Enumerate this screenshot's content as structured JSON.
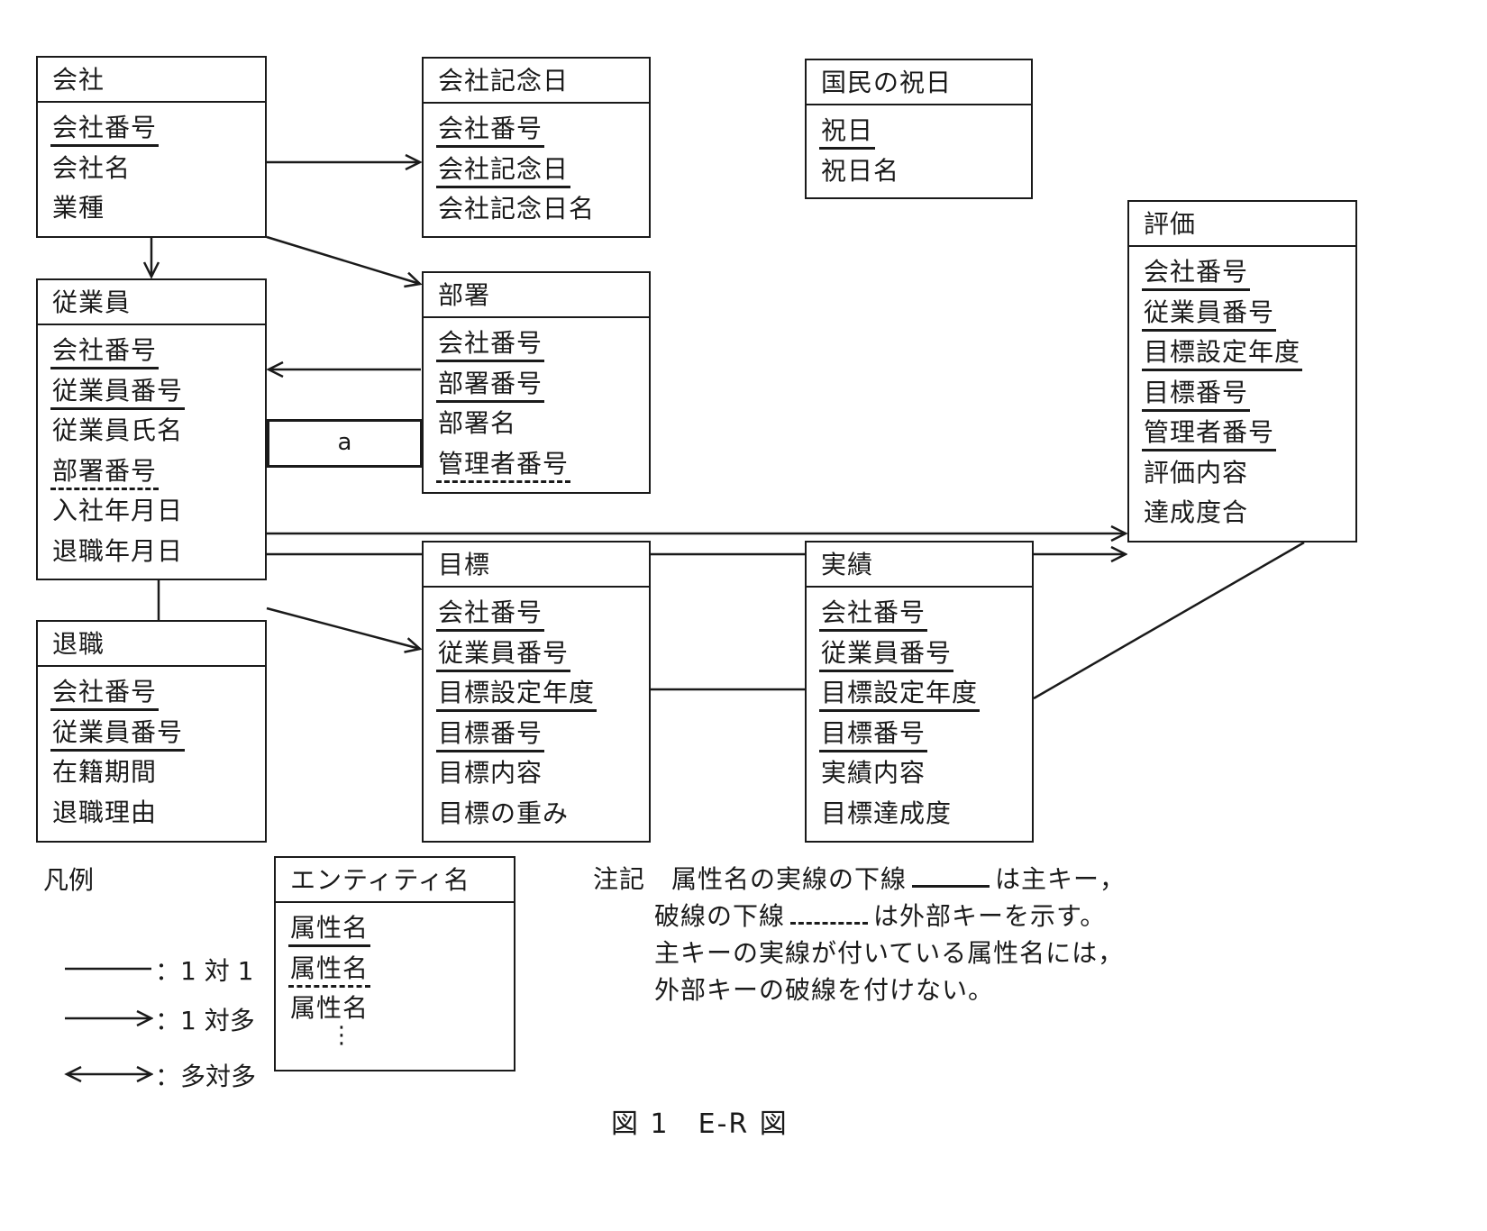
{
  "entities": {
    "kaisha": {
      "name": "会社",
      "attributes": [
        {
          "label": "会社番号",
          "key": "pk"
        },
        {
          "label": "会社名",
          "key": "none"
        },
        {
          "label": "業種",
          "key": "none"
        }
      ]
    },
    "kaisha_kinenbi": {
      "name": "会社記念日",
      "attributes": [
        {
          "label": "会社番号",
          "key": "pk"
        },
        {
          "label": "会社記念日",
          "key": "pk"
        },
        {
          "label": "会社記念日名",
          "key": "none"
        }
      ]
    },
    "kokumin_shukujitsu": {
      "name": "国民の祝日",
      "attributes": [
        {
          "label": "祝日",
          "key": "pk"
        },
        {
          "label": "祝日名",
          "key": "none"
        }
      ]
    },
    "hyoka": {
      "name": "評価",
      "attributes": [
        {
          "label": "会社番号",
          "key": "pk"
        },
        {
          "label": "従業員番号",
          "key": "pk"
        },
        {
          "label": "目標設定年度",
          "key": "pk"
        },
        {
          "label": "目標番号",
          "key": "pk"
        },
        {
          "label": "管理者番号",
          "key": "pk+fk"
        },
        {
          "label": "評価内容",
          "key": "none"
        },
        {
          "label": "達成度合",
          "key": "none"
        }
      ]
    },
    "jugyoin": {
      "name": "従業員",
      "attributes": [
        {
          "label": "会社番号",
          "key": "pk"
        },
        {
          "label": "従業員番号",
          "key": "pk"
        },
        {
          "label": "従業員氏名",
          "key": "none"
        },
        {
          "label": "部署番号",
          "key": "fk"
        },
        {
          "label": "入社年月日",
          "key": "none"
        },
        {
          "label": "退職年月日",
          "key": "none"
        }
      ]
    },
    "busho": {
      "name": "部署",
      "attributes": [
        {
          "label": "会社番号",
          "key": "pk"
        },
        {
          "label": "部署番号",
          "key": "pk"
        },
        {
          "label": "部署名",
          "key": "none"
        },
        {
          "label": "管理者番号",
          "key": "fk"
        }
      ]
    },
    "mokuhyo": {
      "name": "目標",
      "attributes": [
        {
          "label": "会社番号",
          "key": "pk"
        },
        {
          "label": "従業員番号",
          "key": "pk"
        },
        {
          "label": "目標設定年度",
          "key": "pk"
        },
        {
          "label": "目標番号",
          "key": "pk"
        },
        {
          "label": "目標内容",
          "key": "none"
        },
        {
          "label": "目標の重み",
          "key": "none"
        }
      ]
    },
    "jisseki": {
      "name": "実績",
      "attributes": [
        {
          "label": "会社番号",
          "key": "pk"
        },
        {
          "label": "従業員番号",
          "key": "pk"
        },
        {
          "label": "目標設定年度",
          "key": "pk"
        },
        {
          "label": "目標番号",
          "key": "pk"
        },
        {
          "label": "実績内容",
          "key": "none"
        },
        {
          "label": "目標達成度",
          "key": "none"
        }
      ]
    },
    "taishoku": {
      "name": "退職",
      "attributes": [
        {
          "label": "会社番号",
          "key": "pk"
        },
        {
          "label": "従業員番号",
          "key": "pk"
        },
        {
          "label": "在籍期間",
          "key": "none"
        },
        {
          "label": "退職理由",
          "key": "none"
        }
      ]
    }
  },
  "relationships": [
    {
      "from": "会社",
      "to": "会社記念日",
      "type": "1対多"
    },
    {
      "from": "会社",
      "to": "従業員",
      "type": "1対多"
    },
    {
      "from": "会社",
      "to": "部署",
      "type": "1対多"
    },
    {
      "from": "部署",
      "to": "従業員",
      "type": "1対多"
    },
    {
      "from": "従業員",
      "to": "部署",
      "type": "unknown",
      "label": "a"
    },
    {
      "from": "従業員",
      "to": "評価",
      "type": "1対多"
    },
    {
      "from": "従業員",
      "to": "評価",
      "type": "1対多"
    },
    {
      "from": "従業員",
      "to": "目標",
      "type": "1対多"
    },
    {
      "from": "従業員",
      "to": "退職",
      "type": "1対1"
    },
    {
      "from": "目標",
      "to": "実績",
      "type": "1対1"
    },
    {
      "from": "実績",
      "to": "評価",
      "type": "1対1"
    }
  ],
  "blank_label": "a",
  "legend": {
    "title": "凡例",
    "items": [
      {
        "symbol": "line",
        "label": "：1 対 1"
      },
      {
        "symbol": "arrow",
        "label": "：1 対多"
      },
      {
        "symbol": "double-arrow",
        "label": "：多対多"
      }
    ],
    "entity_example": {
      "name": "エンティティ名",
      "attributes": [
        {
          "label": "属性名",
          "key": "pk"
        },
        {
          "label": "属性名",
          "key": "fk"
        },
        {
          "label": "属性名",
          "key": "none"
        }
      ],
      "ellipsis": "⋮"
    }
  },
  "note": {
    "prefix": "注記",
    "line1a": "属性名の実線の下線",
    "line1b": "は主キー，",
    "line2a": "破線の下線",
    "line2b": "は外部キーを示す。",
    "line3": "主キーの実線が付いている属性名には，",
    "line4": "外部キーの破線を付けない。"
  },
  "caption": "図 1　E-R 図"
}
